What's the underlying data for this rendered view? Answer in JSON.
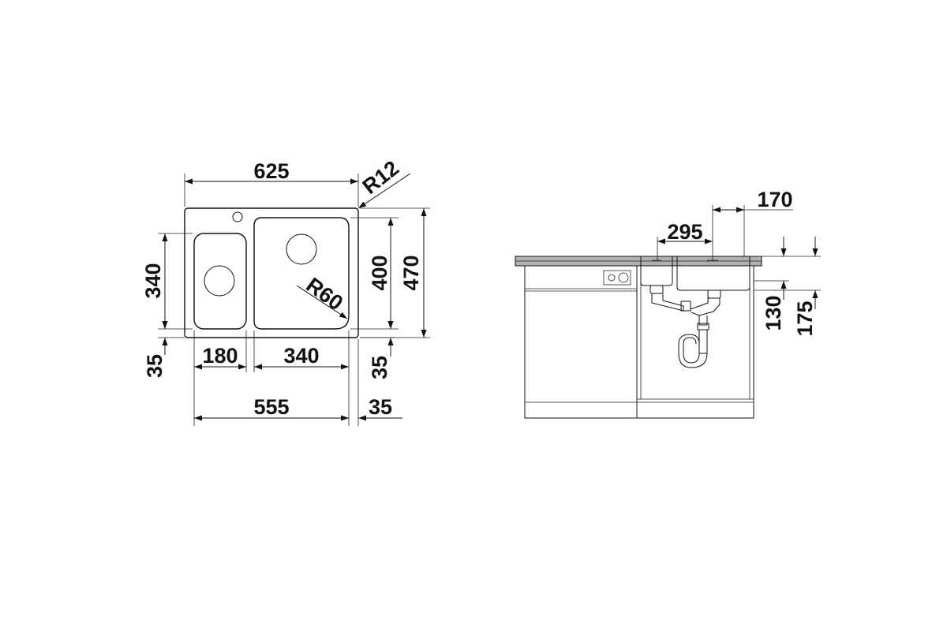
{
  "dimensions": {
    "overall_width": "625",
    "corner_radius": "R12",
    "small_bowl_depth": "340",
    "bowl_radius": "R60",
    "large_bowl_depth": "400",
    "overall_depth": "470",
    "front_offset": "35",
    "small_bowl_width": "180",
    "large_bowl_width": "340",
    "right_offset_vertical": "35",
    "cabinet_width": "555",
    "right_offset": "35"
  },
  "side_view": {
    "drain_spacing": "295",
    "drain_offset": "170",
    "bowl_depth": "130",
    "total_depth": "175"
  }
}
